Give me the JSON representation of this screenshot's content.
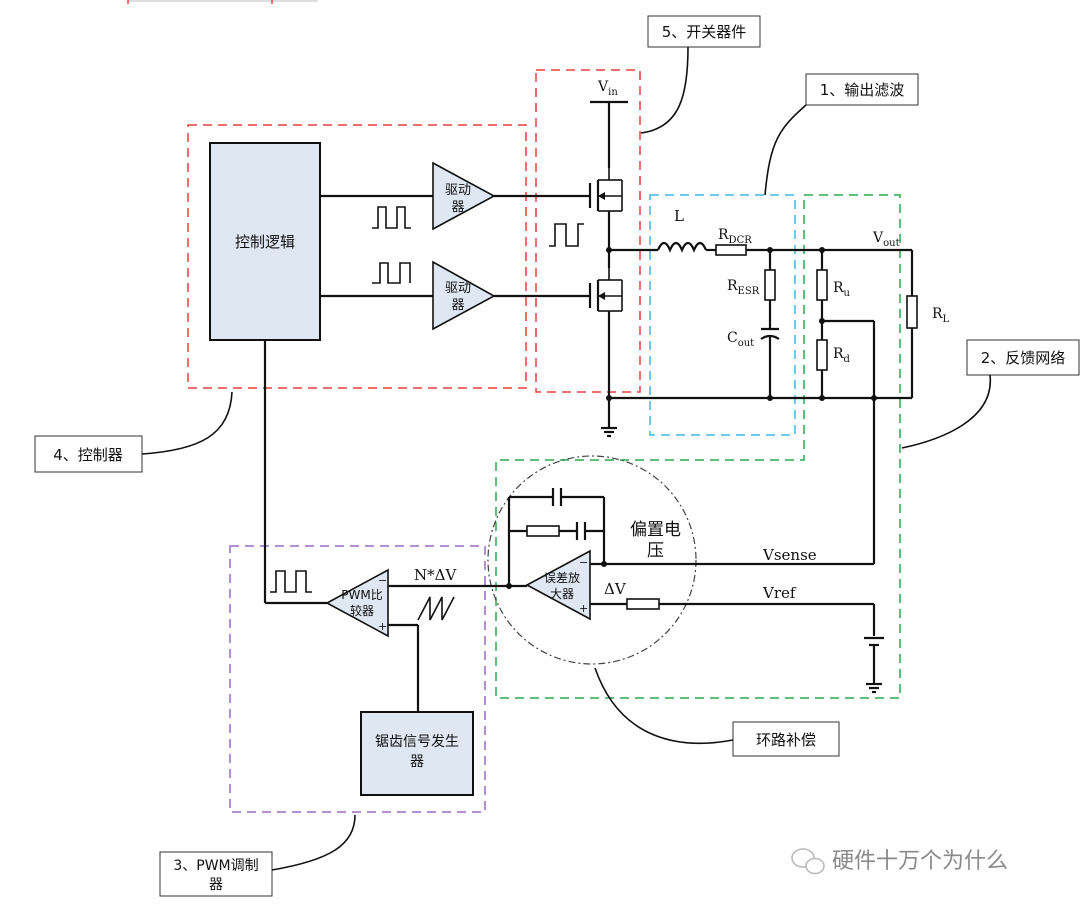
{
  "callouts": {
    "switch": "5、开关器件",
    "filter": "1、输出滤波",
    "feedback": "2、反馈网络",
    "controller": "4、控制器",
    "pwm_line1": "3、PWM调制",
    "pwm_line2": "器",
    "loop": "环路补偿"
  },
  "blocks": {
    "control_logic": "控制逻辑",
    "driver_top_l1": "驱动",
    "driver_top_l2": "器",
    "driver_bot_l1": "驱动",
    "driver_bot_l2": "器",
    "pwm_comp_l1": "PWM比",
    "pwm_comp_l2": "较器",
    "err_amp_l1": "误差放",
    "err_amp_l2": "大器",
    "sawtooth_l1": "锯齿信号发生",
    "sawtooth_l2": "器",
    "bias_l1": "偏置电",
    "bias_l2": "压"
  },
  "labels": {
    "vin_main": "V",
    "vin_sub": "in",
    "inductor": "L",
    "rdcr_main": "R",
    "rdcr_sub": "DCR",
    "resr_main": "R",
    "resr_sub": "ESR",
    "cout_main": "C",
    "cout_sub": "out",
    "vout_main": "V",
    "vout_sub": "out",
    "ru_main": "R",
    "ru_sub": "u",
    "rd_main": "R",
    "rd_sub": "d",
    "rl_main": "R",
    "rl_sub": "L",
    "vsense": "Vsense",
    "vref": "Vref",
    "delta_v": "ΔV",
    "n_delta_v": "N*ΔV",
    "minus": "−",
    "plus": "+"
  },
  "watermark": "硬件十万个为什么",
  "colors": {
    "controller_box": "#e8403c",
    "switch_box": "#e8403c",
    "filter_box": "#3fb8e0",
    "feedback_box": "#2aa84a",
    "pwm_box": "#9b6bc4",
    "block_fill": "#dfe7f2",
    "wire": "#111111"
  }
}
